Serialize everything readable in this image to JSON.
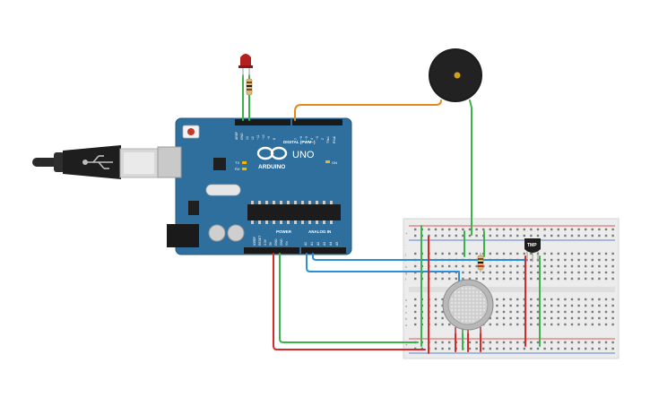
{
  "board": {
    "brand": "ARDUINO",
    "model": "UNO",
    "on_label": "ON",
    "tx_label": "TX",
    "rx_label": "RX",
    "digital_label": "DIGITAL (PWM~)",
    "power_label": "POWER",
    "analog_label": "ANALOG IN",
    "tx_pin_label": "TX▸1",
    "rx_pin_label": "RX◂0",
    "aref_label": "AREF",
    "gnd_top_label": "GND",
    "digital_pins": [
      "13",
      "12",
      "~11",
      "~10",
      "~9",
      "8",
      "7",
      "~6",
      "~5",
      "4",
      "~3",
      "2"
    ],
    "power_pins": [
      "IOREF",
      "RESET",
      "3.3V",
      "5V",
      "GND",
      "GND",
      "Vin"
    ],
    "analog_pins": [
      "A0",
      "A1",
      "A2",
      "A3",
      "A4",
      "A5"
    ]
  },
  "sensor": {
    "tmp_label": "TMP"
  },
  "breadboard": {
    "row_letters_top": [
      "j",
      "i",
      "h",
      "g",
      "f"
    ],
    "row_letters_bottom": [
      "e",
      "d",
      "c",
      "b",
      "a"
    ],
    "rail_plus": "+",
    "rail_minus": "-"
  },
  "colors": {
    "board_blue": "#2e6f9e",
    "wire_green": "#3ab34a",
    "wire_red": "#d62a2a",
    "wire_blue": "#2a8fd6",
    "wire_orange": "#e08a1e"
  }
}
